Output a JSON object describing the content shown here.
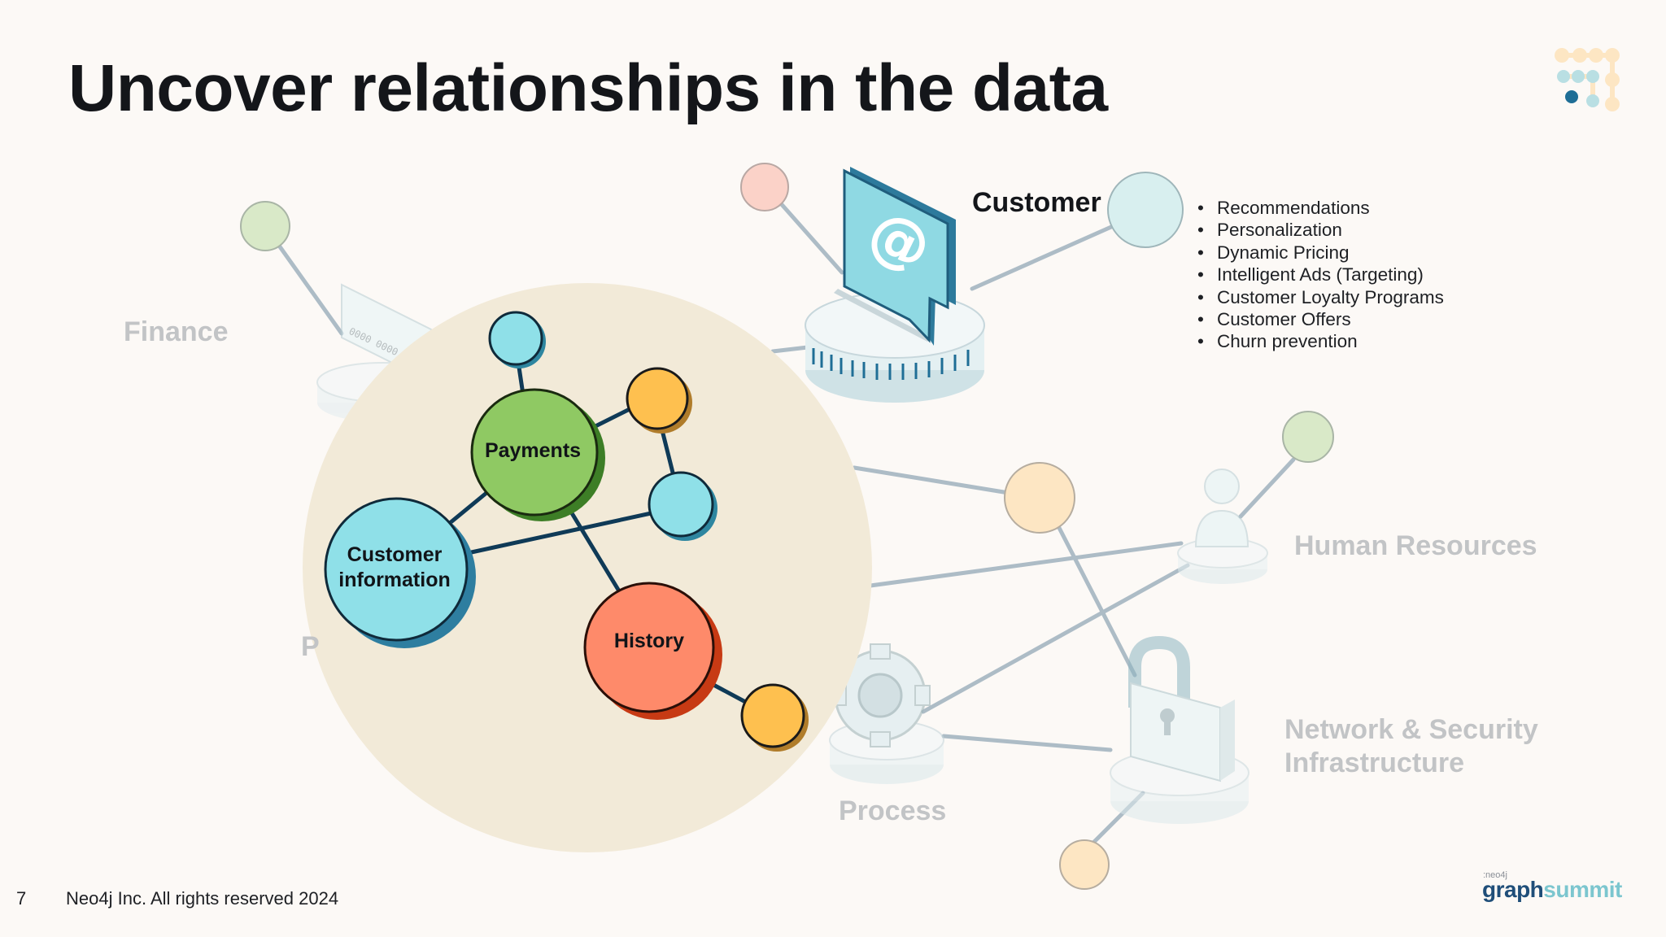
{
  "slide": {
    "title": "Uncover relationships in the data",
    "page_number": "7",
    "copyright": "Neo4j Inc. All rights reserved 2024"
  },
  "brand": {
    "small": ":neo4j",
    "main": "graph",
    "tail": "summit"
  },
  "domains": {
    "customer": "Customer",
    "finance": "Finance",
    "human_resources": "Human Resources",
    "network_security_line1": "Network & Security",
    "network_security_line2": "Infrastructure",
    "process": "Process",
    "partial_hidden": "P"
  },
  "customer_uses": [
    "Recommendations",
    "Personalization",
    "Dynamic Pricing",
    "Intelligent Ads (Targeting)",
    "Customer Loyalty Programs",
    "Customer Offers",
    "Churn prevention"
  ],
  "graph_nodes": {
    "payments": "Payments",
    "customer_info_line1": "Customer",
    "customer_info_line2": "information",
    "history": "History"
  },
  "colors": {
    "green_node": "#8fc963",
    "blue_node": "#8fe0e8",
    "orange_node": "#fe8a6a",
    "yellow_node": "#fec04f",
    "focus_circle": "#f2ead8",
    "edge_dark": "#0f3a57",
    "edge_light": "#adbcc6"
  }
}
